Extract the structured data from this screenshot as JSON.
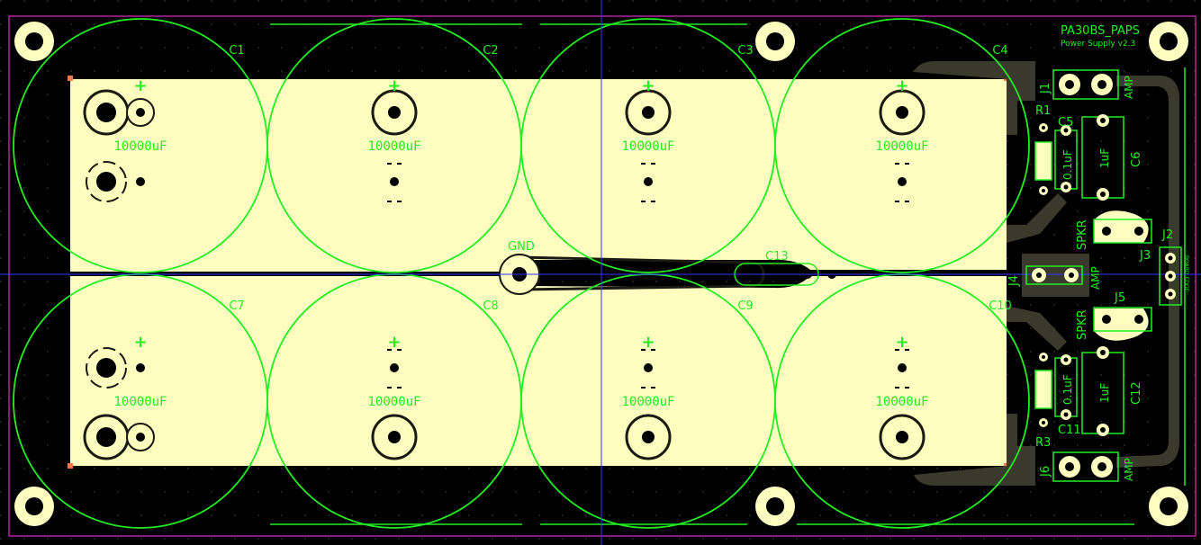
{
  "board": {
    "title": "PA30BS_PAPS",
    "subtitle": "Power Supply  v2.3",
    "colors": {
      "background": "#000000",
      "copper_fill": "#fdfdc0",
      "copper_trace": "#3a3a2c",
      "silkscreen": "#22ee22",
      "outline": "#b0269e",
      "crosshair": "#3434ff",
      "pad": "#fdfdc0",
      "corner_marker": "#ff7744"
    }
  },
  "capacitors_large": [
    {
      "ref": "C1",
      "value": "10000uF",
      "plus": "+"
    },
    {
      "ref": "C2",
      "value": "10000uF",
      "plus": "+"
    },
    {
      "ref": "C3",
      "value": "10000uF",
      "plus": "+"
    },
    {
      "ref": "C4",
      "value": "10000uF",
      "plus": "+"
    },
    {
      "ref": "C7",
      "value": "10000uF",
      "plus": "+"
    },
    {
      "ref": "C8",
      "value": "10000uF",
      "plus": "+"
    },
    {
      "ref": "C9",
      "value": "10000uF",
      "plus": "+"
    },
    {
      "ref": "C10",
      "value": "10000uF",
      "plus": "+"
    }
  ],
  "gnd": {
    "label": "GND"
  },
  "c13": {
    "ref": "C13"
  },
  "connectors": {
    "j1": {
      "ref": "J1",
      "label": "AMP"
    },
    "j2": {
      "ref": "J2",
      "side_text": "BOARD EDGE"
    },
    "j3": {
      "ref": "J3",
      "label": "SPKR"
    },
    "j4": {
      "ref": "J4",
      "label": "AMP"
    },
    "j5": {
      "ref": "J5",
      "label": "SPKR"
    },
    "j6": {
      "ref": "J6",
      "label": "AMP"
    }
  },
  "small_parts": {
    "r1": {
      "ref": "R1"
    },
    "r3": {
      "ref": "R3"
    },
    "c5": {
      "ref": "C5",
      "value": "0.1uF"
    },
    "c6": {
      "ref": "C6",
      "value": "1uF"
    },
    "c11": {
      "ref": "C11",
      "value": "0.1uF"
    },
    "c12": {
      "ref": "C12",
      "value": "1uF"
    }
  }
}
